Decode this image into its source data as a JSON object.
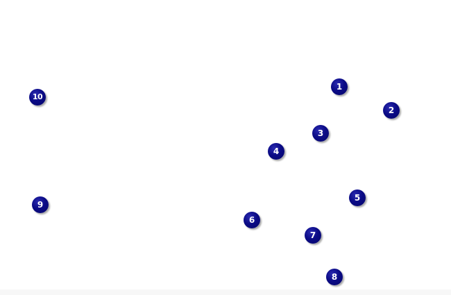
{
  "markers": [
    {
      "label": "1"
    },
    {
      "label": "2"
    },
    {
      "label": "3"
    },
    {
      "label": "4"
    },
    {
      "label": "5"
    },
    {
      "label": "6"
    },
    {
      "label": "7"
    },
    {
      "label": "8"
    },
    {
      "label": "9"
    },
    {
      "label": "10"
    }
  ],
  "colors": {
    "marker_fill": "#0b0b86",
    "marker_text": "#ffffff",
    "background": "#ffffff"
  }
}
